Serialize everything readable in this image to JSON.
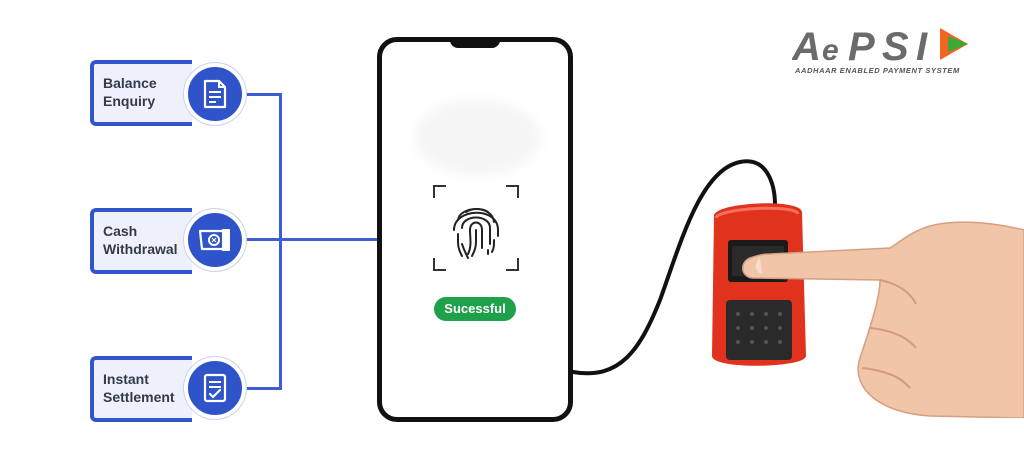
{
  "services": [
    {
      "label": "Balance\nEnquiry",
      "icon": "document-rupee-icon"
    },
    {
      "label": "Cash\nWithdrawal",
      "icon": "cash-note-icon"
    },
    {
      "label": "Instant\nSettlement",
      "icon": "checklist-icon"
    }
  ],
  "phone": {
    "status_label": "Sucessful"
  },
  "logo": {
    "tagline": "AADHAAR ENABLED PAYMENT SYSTEM",
    "brand": "AePS"
  },
  "colors": {
    "accent": "#3355cc",
    "success": "#1fa04b",
    "scanner": "#e0321c"
  }
}
